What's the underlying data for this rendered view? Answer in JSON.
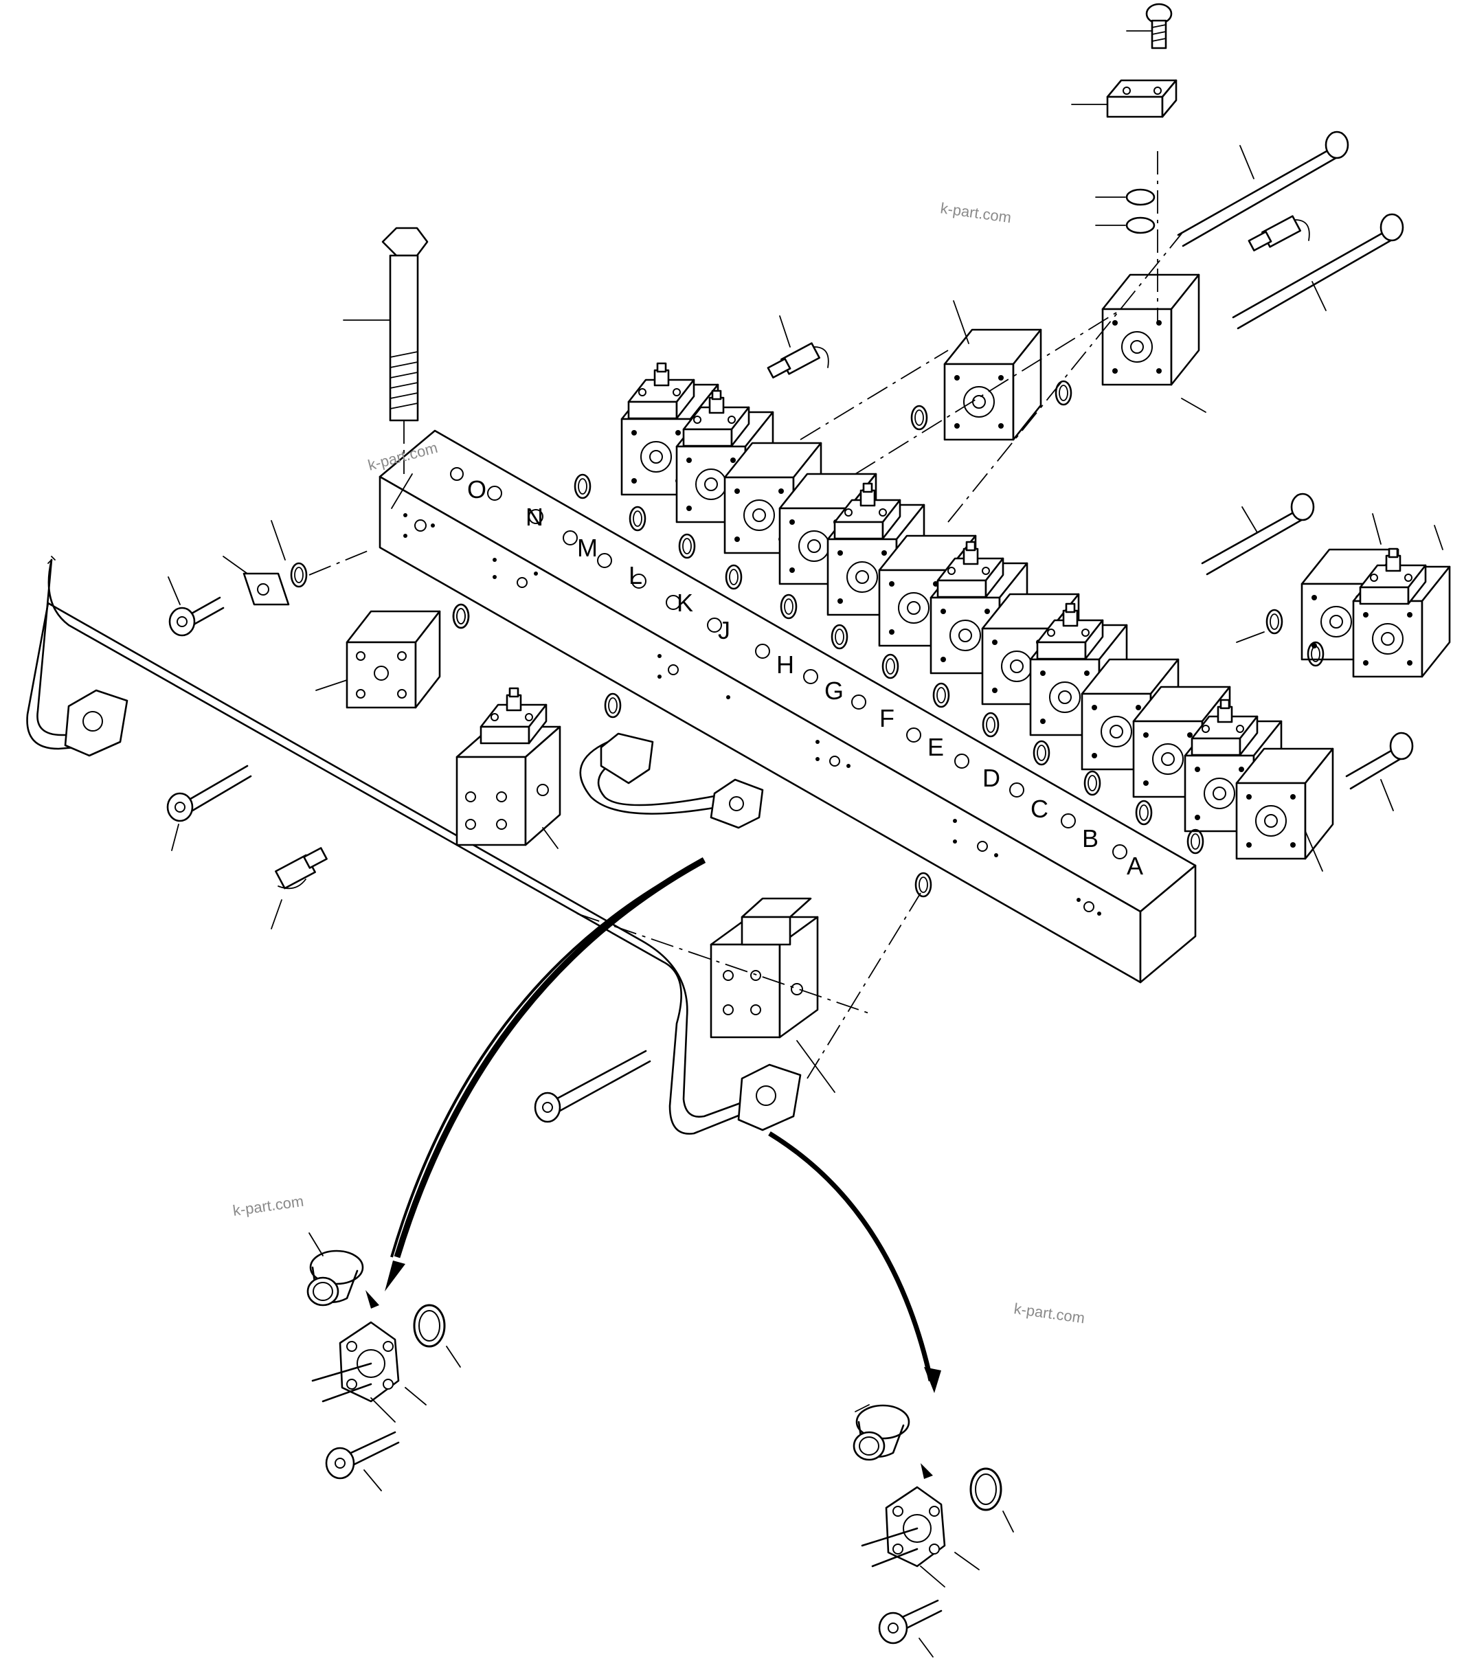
{
  "diagram": {
    "port_labels": [
      "A",
      "B",
      "C",
      "D",
      "E",
      "F",
      "G",
      "H",
      "J",
      "K",
      "L",
      "M",
      "N",
      "O"
    ],
    "watermarks": [
      "k-part.com",
      "k-part.com",
      "k-part.com",
      "k-part.com"
    ]
  }
}
